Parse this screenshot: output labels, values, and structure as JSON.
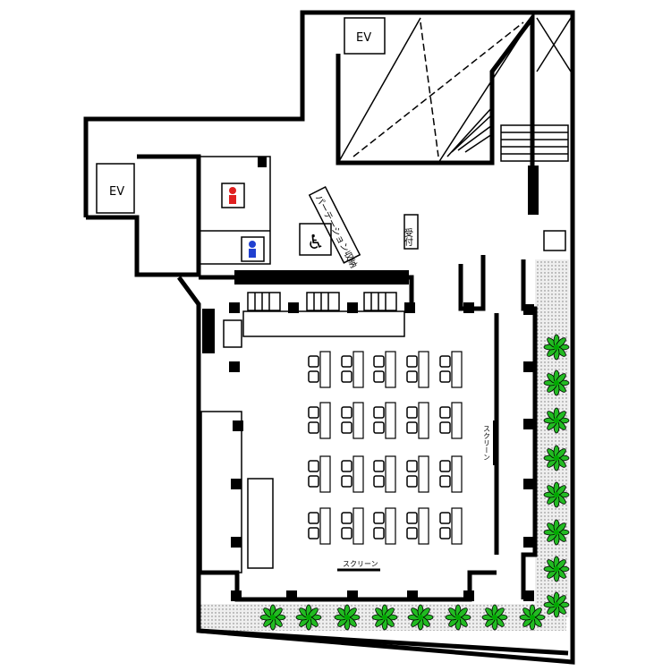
{
  "labels": {
    "ev_top": "EV",
    "ev_left": "EV",
    "reception": "受付",
    "partition_storage": "パーテーション収納",
    "screen": "スクリーン",
    "screen_right": "スクリーン"
  },
  "seating": {
    "rows": 4,
    "columns": 5,
    "chairs_per_table": 2
  },
  "colors": {
    "wall": "#000000",
    "plant": "#22bb22",
    "women_icon": "#e02020",
    "men_icon": "#2040d0",
    "terrace": "#dcdcdc"
  }
}
